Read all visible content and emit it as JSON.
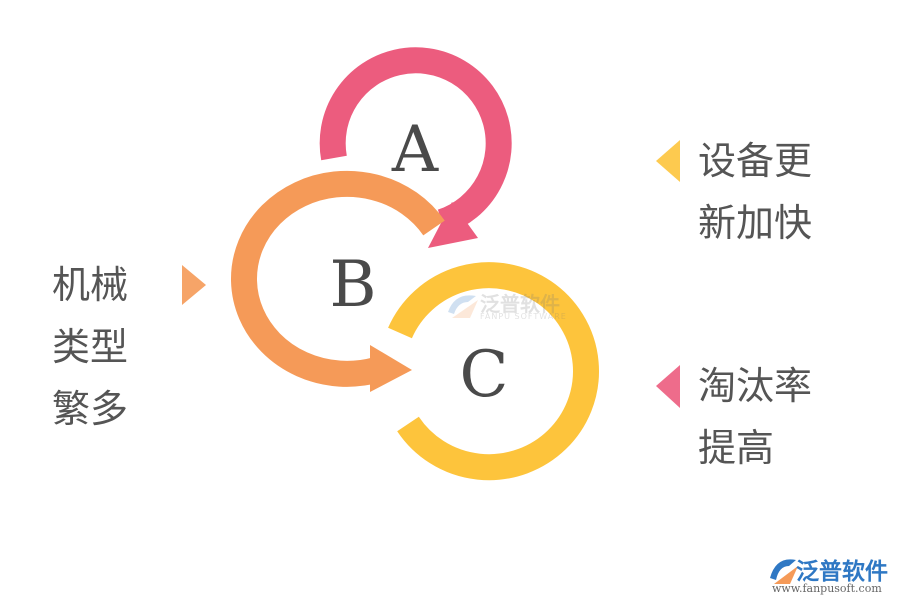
{
  "diagram": {
    "circles": [
      {
        "letter": "A",
        "color": "#ec5c7e"
      },
      {
        "letter": "B",
        "color": "#f59a58"
      },
      {
        "letter": "C",
        "color": "#fdc43c"
      }
    ],
    "left_text": {
      "lines": [
        "机械",
        "类型",
        "繁多"
      ],
      "marker_color": "#f59a58"
    },
    "right_top_text": {
      "lines": [
        "设备更",
        "新加快"
      ],
      "marker_color": "#fdc43c"
    },
    "right_bottom_text": {
      "lines": [
        "淘汰率",
        "提高"
      ],
      "marker_color": "#ec5c7e"
    }
  },
  "watermark": {
    "name": "泛普软件",
    "english": "FANPU SOFTWARE"
  },
  "logo": {
    "name": "泛普软件",
    "url": "www.fanpusoft.com",
    "color": "#2f78c4"
  }
}
